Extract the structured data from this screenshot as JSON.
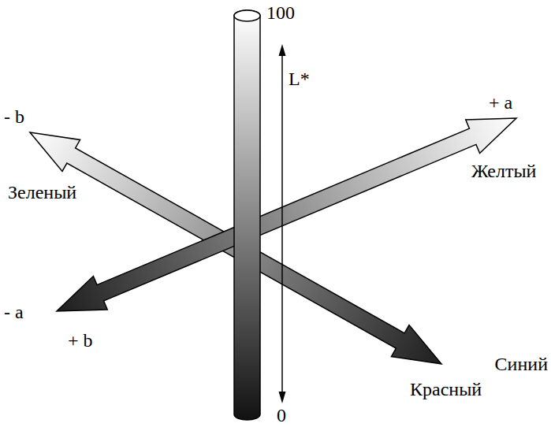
{
  "diagram": {
    "labels": [
      "100",
      "L*",
      "- b",
      "+ a",
      "Зеленый",
      "Желтый",
      "- a",
      "+ b",
      "Синий",
      "Красный",
      "0"
    ]
  }
}
